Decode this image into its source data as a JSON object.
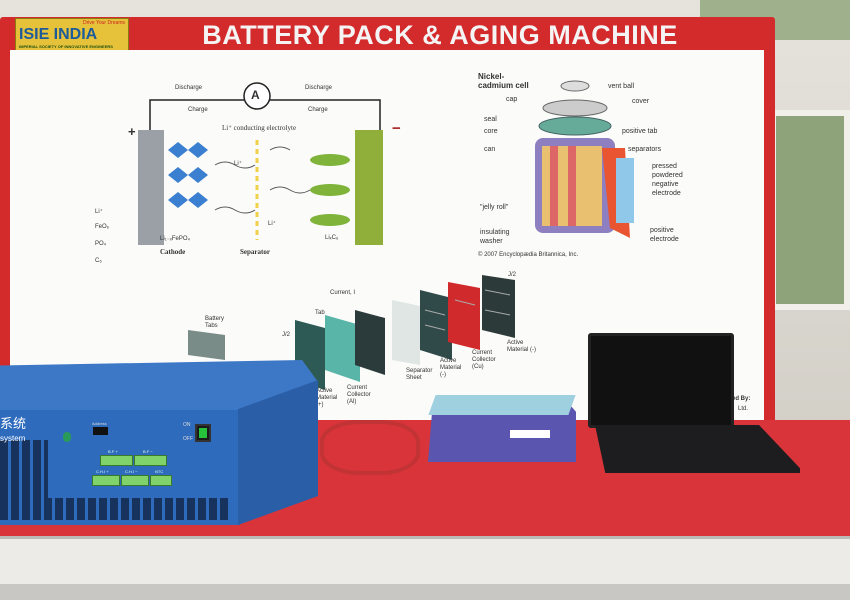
{
  "title": "BATTERY PACK & AGING MACHINE",
  "logo": {
    "name": "ISIE INDIA",
    "tagline": "Drive Your Dreams",
    "subtitle": "IMPERIAL SOCIETY OF INNOVATIVE ENGINEERS"
  },
  "liion": {
    "ammeter": "A",
    "discharge": "Discharge",
    "charge": "Charge",
    "electrolyte": "Li⁺ conducting electrolyte",
    "plus": "+",
    "minus": "−",
    "cathode": "Cathode",
    "separator": "Separator",
    "cathode_formula": "Li₁₋ₓFePO₄",
    "anode_formula": "LiₓC₆",
    "ion": "Li⁺",
    "legend": [
      "Li⁺",
      "FeO₆",
      "PO₄",
      "C₆"
    ]
  },
  "nicd": {
    "title": "Nickel-cadmium cell",
    "labels": [
      "cap",
      "vent ball",
      "cover",
      "seal",
      "core",
      "positive tab",
      "can",
      "separators",
      "pressed powdered negative electrode",
      "\"jelly roll\"",
      "insulating washer",
      "positive electrode"
    ],
    "credit": "© 2007 Encyclopædia Britannica, Inc."
  },
  "pouch": {
    "labels": [
      "Battery Tabs",
      "Tab",
      "Current, I",
      "J/2",
      "Active Material (+)",
      "Current Collector (Al)",
      "Separator Sheet",
      "Active Material (-)",
      "Current Collector (Cu)",
      "Active Material (-)",
      "J/2"
    ]
  },
  "board_footer": [
    "ed By:",
    "Ltd."
  ],
  "machine": {
    "brand_cn": "系统",
    "brand_en": "system",
    "address": "Address",
    "on": "ON",
    "off": "OFF",
    "ports": [
      "B.F +",
      "B.F −",
      "C.H.I +",
      "C.H.I −",
      "NTC"
    ]
  },
  "colors": {
    "board": "#d32a2c",
    "machine": "#2f6bbd",
    "table": "#d8343a"
  }
}
